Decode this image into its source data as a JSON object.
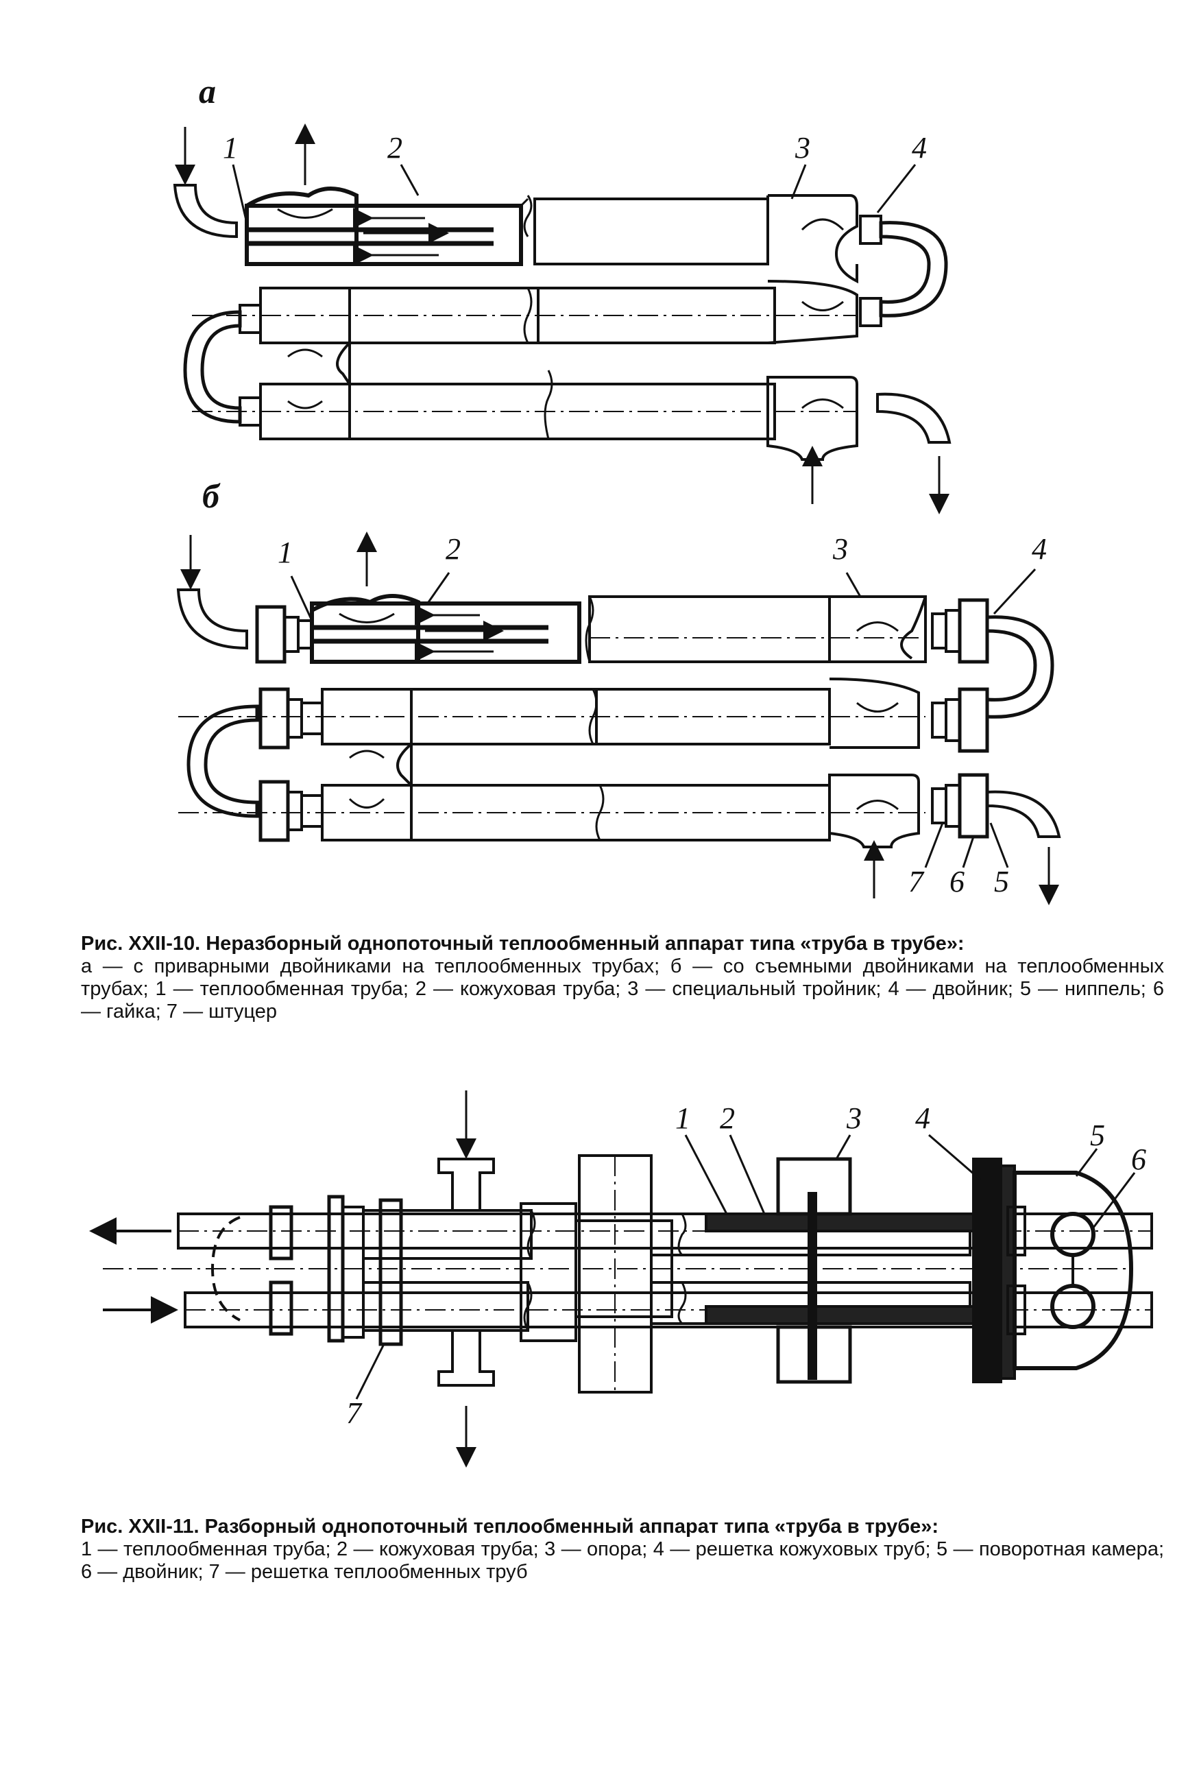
{
  "figure_a": {
    "label": "а",
    "callouts": [
      "1",
      "2",
      "3",
      "4"
    ]
  },
  "figure_b": {
    "label": "б",
    "callouts": [
      "1",
      "2",
      "3",
      "4",
      "5",
      "6",
      "7"
    ]
  },
  "figure_c": {
    "callouts": [
      "1",
      "2",
      "3",
      "4",
      "5",
      "6",
      "7"
    ]
  },
  "caption_10": {
    "title": "Рис. XXII-10. Неразборный однопоточный теплообменный аппарат типа «труба в трубе»:",
    "body": "а — с приварными двойниками на теплообменных трубах; б — со съемными двойниками на теплообменных трубах; 1 — теплообменная труба; 2 — кожуховая труба; 3 — специальный тройник; 4 — двойник; 5 — ниппель; 6 — гайка; 7 — штуцер"
  },
  "caption_11": {
    "title": "Рис. XXII-11. Разборный однопоточный теплообменный аппарат типа «труба в трубе»:",
    "body": "1 — теплообменная труба; 2 — кожуховая труба; 3 — опора; 4 — решетка кожуховых труб; 5 — поворотная камера; 6 — двойник; 7 — решетка теплообменных труб"
  },
  "colors": {
    "ink": "#111111",
    "paper": "#ffffff"
  }
}
